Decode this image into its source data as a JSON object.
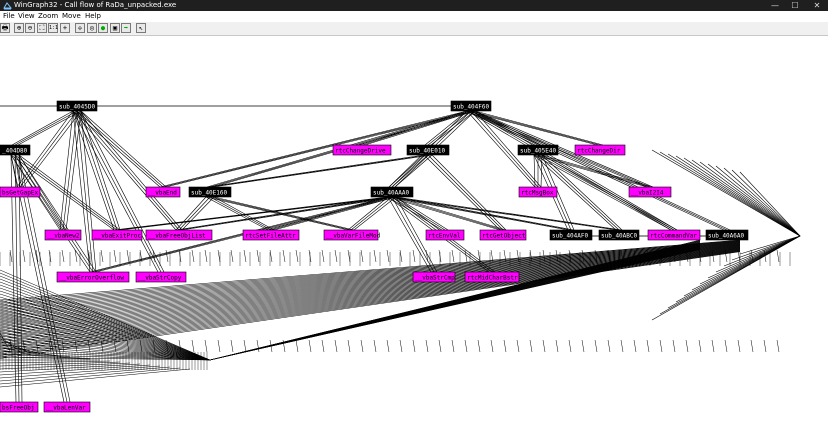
{
  "window": {
    "title": "WinGraph32 - Call flow of RaDa_unpacked.exe",
    "controls": [
      "—",
      "☐",
      "✕"
    ]
  },
  "menu": [
    "File",
    "View",
    "Zoom",
    "Move",
    "Help"
  ],
  "toolbar": {
    "icons": [
      "print-icon",
      "zoom-in-icon",
      "zoom-out-icon",
      "fit-icon",
      "zoom-100-icon",
      "crosshair-icon",
      "pan-icon",
      "layout-icon",
      "green-go-icon",
      "image-icon",
      "forward-icon",
      "cursor-icon"
    ],
    "glyphs": [
      "🖶",
      "⊕",
      "⊖",
      "⛶",
      "1:1",
      "+",
      "✢",
      "◎",
      "●",
      "▣",
      "➡",
      "↖"
    ]
  },
  "graph": {
    "colors": {
      "function_node": "#000000",
      "import_node": "#ff00ff",
      "edge": "#000000"
    },
    "nodes": [
      {
        "id": "n1",
        "label": "sub_4045D0",
        "kind": "function"
      },
      {
        "id": "n2",
        "label": "sub_404F60",
        "kind": "function"
      },
      {
        "id": "n3",
        "label": "_404D80",
        "kind": "function"
      },
      {
        "id": "n4",
        "label": "rtcChangeDrive",
        "kind": "import"
      },
      {
        "id": "n5",
        "label": "sub_40E010",
        "kind": "function"
      },
      {
        "id": "n6",
        "label": "sub_405E40",
        "kind": "function"
      },
      {
        "id": "n7",
        "label": "rtcChangeDir",
        "kind": "import"
      },
      {
        "id": "n8",
        "label": "bsGetGapEx",
        "kind": "import"
      },
      {
        "id": "n9",
        "label": "__vbaEnd",
        "kind": "import"
      },
      {
        "id": "n10",
        "label": "sub_40E160",
        "kind": "function"
      },
      {
        "id": "n11",
        "label": "sub_40AAA0",
        "kind": "function"
      },
      {
        "id": "n12",
        "label": "rtcMsgBox",
        "kind": "import"
      },
      {
        "id": "n13",
        "label": "__vbaI2I4",
        "kind": "import"
      },
      {
        "id": "n14",
        "label": "__vbaNew2",
        "kind": "import"
      },
      {
        "id": "n15",
        "label": "__vbaExitProc",
        "kind": "import"
      },
      {
        "id": "n16",
        "label": "__vbaFreeObjList",
        "kind": "import"
      },
      {
        "id": "n17",
        "label": "rtcSetFileAttr",
        "kind": "import"
      },
      {
        "id": "n18",
        "label": "__vbaVarFileMod",
        "kind": "import"
      },
      {
        "id": "n19",
        "label": "rtcEnvVal",
        "kind": "import"
      },
      {
        "id": "n20",
        "label": "rtcGetObject",
        "kind": "import"
      },
      {
        "id": "n21",
        "label": "sub_404AF0",
        "kind": "function"
      },
      {
        "id": "n22",
        "label": "sub_40ABC0",
        "kind": "function"
      },
      {
        "id": "n23",
        "label": "rtcCommandVar",
        "kind": "import"
      },
      {
        "id": "n24",
        "label": "sub_40A6A0",
        "kind": "function"
      },
      {
        "id": "n25",
        "label": "__vbaErrorOverflow",
        "kind": "import"
      },
      {
        "id": "n26",
        "label": "__vbaStrCopy",
        "kind": "import"
      },
      {
        "id": "n27",
        "label": "__vbaStrCmp",
        "kind": "import"
      },
      {
        "id": "n28",
        "label": "rtcMidCharBstr",
        "kind": "import"
      },
      {
        "id": "n29",
        "label": "bsFreeObj",
        "kind": "import"
      },
      {
        "id": "n30",
        "label": "__vbaLenVar",
        "kind": "import"
      }
    ]
  }
}
